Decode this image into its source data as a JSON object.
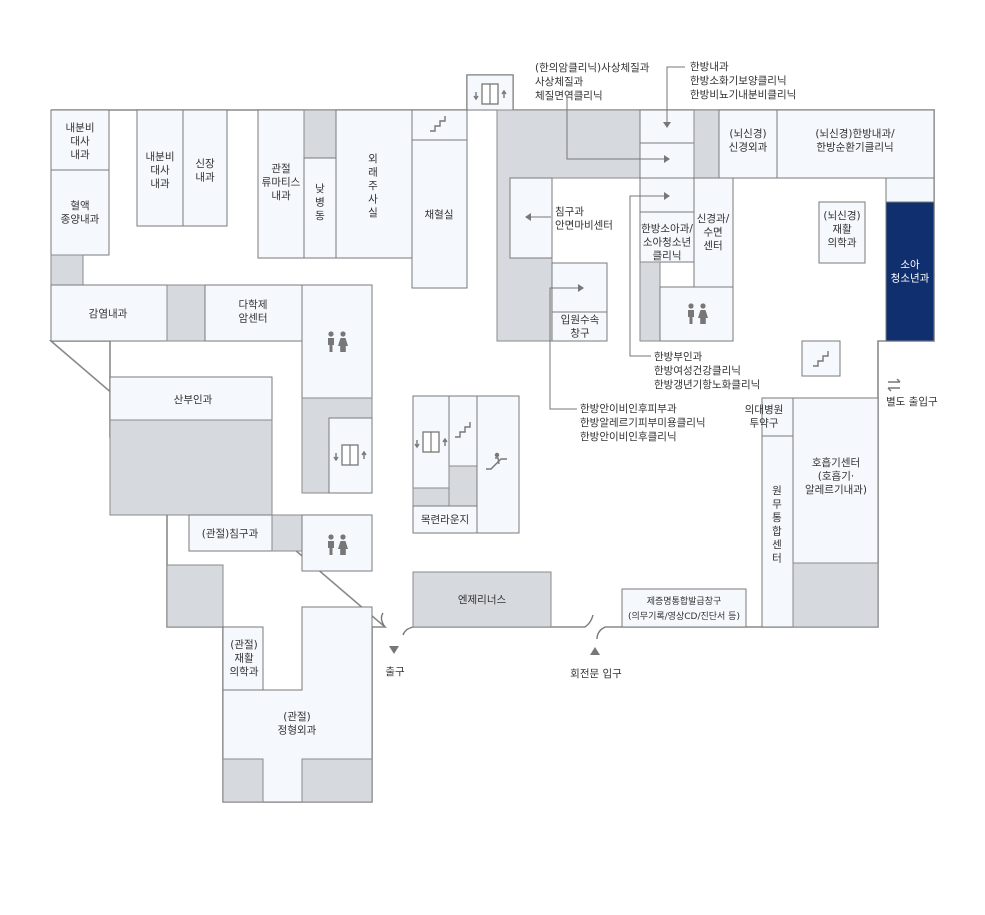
{
  "rooms": {
    "internal_metabolic_1": [
      "내분비",
      "대사",
      "내과"
    ],
    "hematology": [
      "혈액",
      "종양내과"
    ],
    "internal_metabolic_2": [
      "내분비",
      "대사",
      "내과"
    ],
    "nephrology": [
      "신장",
      "내과"
    ],
    "rheumatology": [
      "관절",
      "류마티스",
      "내과"
    ],
    "day_ward": "낮병동",
    "outpatient_office": "외래주사실",
    "blood_draw": "채혈실",
    "infectious": "감염내과",
    "multi_cancer": [
      "다학제",
      "암센터"
    ],
    "obgyn": "산부인과",
    "acupuncture_joint": "(관절)침구과",
    "rehab_joint": [
      "(관절)",
      "재활",
      "의학과"
    ],
    "orthopedics": [
      "(관절)",
      "정형외과"
    ],
    "lounge": "목련라운지",
    "engineering": "엔제리너스",
    "certificate": [
      "제증명통합발급창구",
      "(의무기록/영상CD/진단서 등)"
    ],
    "acupuncture": [
      "침구과",
      "안면마비센터"
    ],
    "admission": [
      "입원수속",
      "창구"
    ],
    "pediatric": [
      "한방소아과/",
      "소아청소년",
      "클리닉"
    ],
    "neuro_sleep": [
      "신경과/",
      "수면",
      "센터"
    ],
    "neurosurgery": [
      "(뇌신경)",
      "신경외과"
    ],
    "neuro_korean": [
      "(뇌신경)한방내과/",
      "한방순환기클리닉"
    ],
    "neuro_rehab": [
      "(뇌신경)",
      "재활",
      "의학과"
    ],
    "pediatrics_highlight": [
      "소아",
      "청소년과"
    ],
    "pharmacy": [
      "의대병원",
      "투약구"
    ],
    "respiratory": [
      "호흡기센터",
      "(호흡기·",
      "알레르기내과)"
    ],
    "integrated": "원무통합센터"
  },
  "annotations": {
    "constitution": [
      "(한의암클리닉)사상체질과",
      "사상체질과",
      "체질면역클리닉"
    ],
    "korean_internal": [
      "한방내과",
      "한방소화기보양클리닉",
      "한방비뇨기내분비클리닉"
    ],
    "korean_womens": [
      "한방부인과",
      "한방여성건강클리닉",
      "한방갱년기항노화클리닉"
    ],
    "korean_eye": [
      "한방안이비인후피부과",
      "한방알레르기피부미용클리닉",
      "한방안이비인후클리닉"
    ]
  },
  "entrances": {
    "exit": "출구",
    "revolving": "회전문 입구",
    "separate": "별도 출입구"
  },
  "colors": {
    "room_fill": "#f5f8fc",
    "service_fill": "#d6d9dd",
    "highlight": "#0f2f6e"
  },
  "icons": [
    "elevator-icon",
    "stairs-icon",
    "restroom-icon",
    "escalator-icon",
    "arrow-icon"
  ]
}
